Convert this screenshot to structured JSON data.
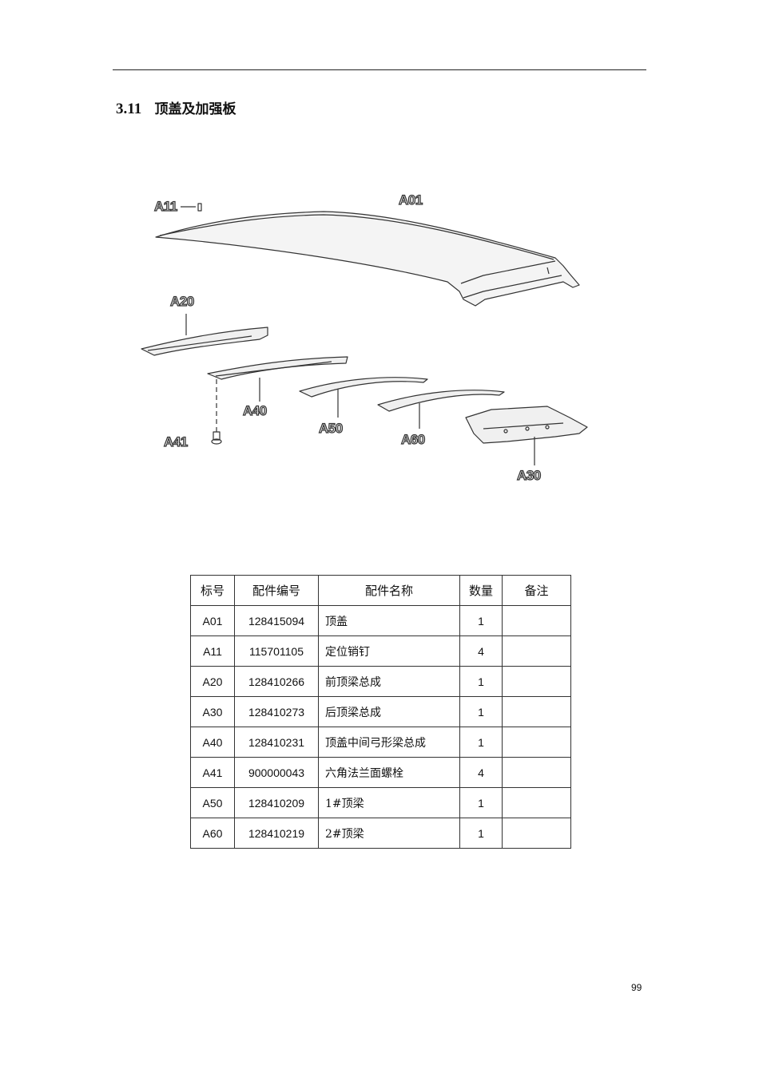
{
  "section": {
    "number": "3.11",
    "title": "顶盖及加强板"
  },
  "callouts": {
    "a01": "A01",
    "a11": "A11",
    "a20": "A20",
    "a30": "A30",
    "a40": "A40",
    "a41": "A41",
    "a50": "A50",
    "a60": "A60"
  },
  "table": {
    "headers": [
      "标号",
      "配件编号",
      "配件名称",
      "数量",
      "备注"
    ],
    "rows": [
      {
        "id": "A01",
        "part_no": "128415094",
        "name": "顶盖",
        "qty": "1",
        "note": ""
      },
      {
        "id": "A11",
        "part_no": "115701105",
        "name": "定位销钉",
        "qty": "4",
        "note": ""
      },
      {
        "id": "A20",
        "part_no": "128410266",
        "name": "前顶梁总成",
        "qty": "1",
        "note": ""
      },
      {
        "id": "A30",
        "part_no": "128410273",
        "name": "后顶梁总成",
        "qty": "1",
        "note": ""
      },
      {
        "id": "A40",
        "part_no": "128410231",
        "name": "顶盖中间弓形梁总成",
        "qty": "1",
        "note": ""
      },
      {
        "id": "A41",
        "part_no": "900000043",
        "name": "六角法兰面螺栓",
        "qty": "4",
        "note": ""
      },
      {
        "id": "A50",
        "part_no": "128410209",
        "name": "1#顶梁",
        "qty": "1",
        "note": ""
      },
      {
        "id": "A60",
        "part_no": "128410219",
        "name": "2#顶梁",
        "qty": "1",
        "note": ""
      }
    ]
  },
  "page_number": "99"
}
